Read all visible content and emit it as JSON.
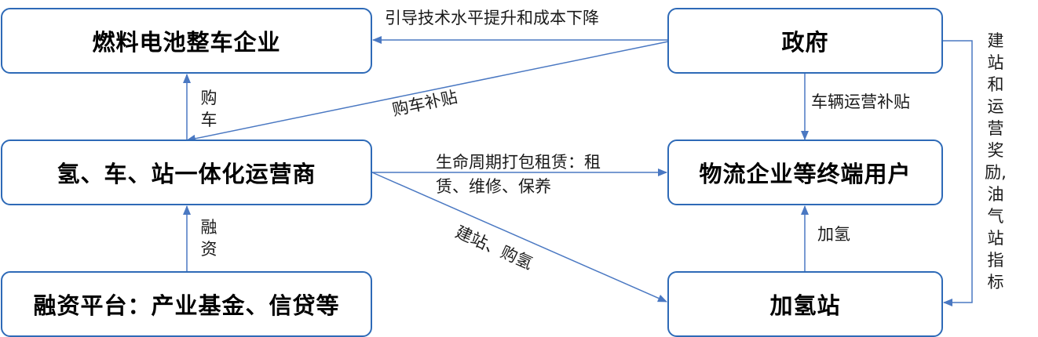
{
  "colors": {
    "border": "#2e6ab7",
    "arrow": "#4a78c2",
    "text": "#000000"
  },
  "nodes": {
    "fcv_enterprise": "燃料电池整车企业",
    "government": "政府",
    "integrated_operator": "氢、车、站一体化运营商",
    "logistics_users": "物流企业等终端用户",
    "financing_platform": "融资平台：产业基金、信贷等",
    "hydrogen_station": "加氢站"
  },
  "edges": {
    "gov_to_fcv": "引导技术水平提升和成本下降",
    "gov_to_operator": "购车补贴",
    "operator_to_fcv": "购车",
    "gov_to_users": "车辆运营补贴",
    "gov_to_station": "建站和运营奖励,油气站指标",
    "operator_to_users_line1": "生命周期打包租赁：租",
    "operator_to_users_line2": "赁、维修、保养",
    "finance_to_operator": "融资",
    "operator_to_station": "建站、购氢",
    "station_to_users": "加氢"
  }
}
